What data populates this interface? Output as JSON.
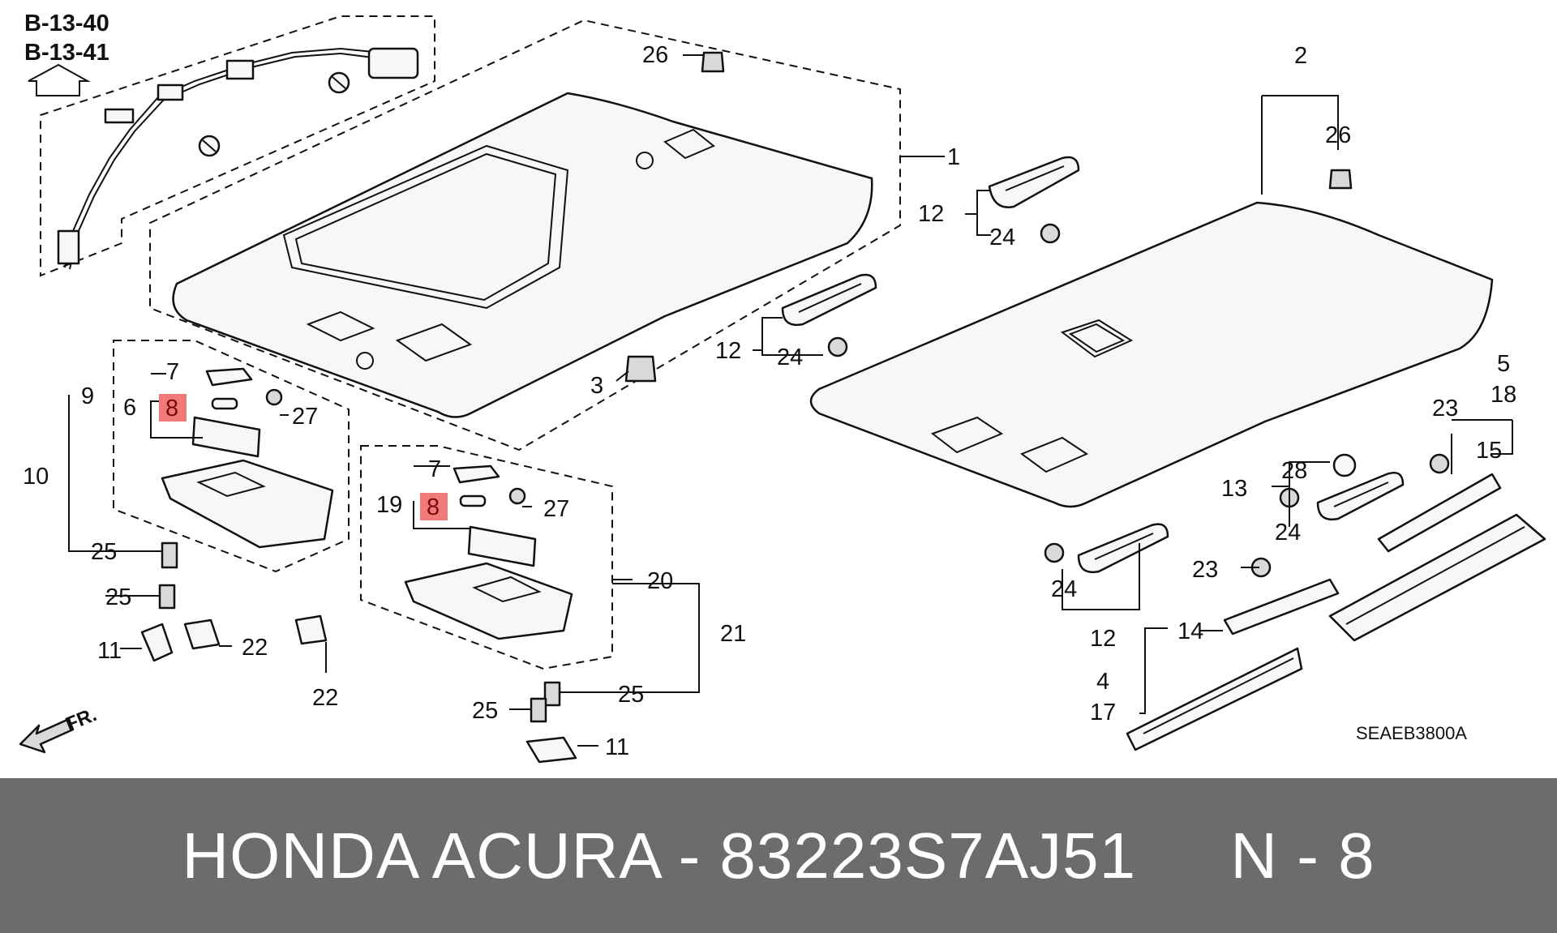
{
  "diagram": {
    "reference_codes": [
      "B-13-40",
      "B-13-41"
    ],
    "diagram_code": "SEAEB3800A",
    "front_label": "FR.",
    "callouts": [
      {
        "id": "c-26a",
        "text": "26"
      },
      {
        "id": "c-1",
        "text": "1"
      },
      {
        "id": "c-3",
        "text": "3"
      },
      {
        "id": "c-12a",
        "text": "12"
      },
      {
        "id": "c-24a",
        "text": "24"
      },
      {
        "id": "c-12b",
        "text": "12"
      },
      {
        "id": "c-24b",
        "text": "24"
      },
      {
        "id": "c-2",
        "text": "2"
      },
      {
        "id": "c-26b",
        "text": "26"
      },
      {
        "id": "c-9",
        "text": "9"
      },
      {
        "id": "c-7a",
        "text": "7"
      },
      {
        "id": "c-6",
        "text": "6"
      },
      {
        "id": "c-8a",
        "text": "8"
      },
      {
        "id": "c-27a",
        "text": "27"
      },
      {
        "id": "c-10",
        "text": "10"
      },
      {
        "id": "c-25a",
        "text": "25"
      },
      {
        "id": "c-25b",
        "text": "25"
      },
      {
        "id": "c-11a",
        "text": "11"
      },
      {
        "id": "c-22a",
        "text": "22"
      },
      {
        "id": "c-22b",
        "text": "22"
      },
      {
        "id": "c-7b",
        "text": "7"
      },
      {
        "id": "c-19",
        "text": "19"
      },
      {
        "id": "c-8b",
        "text": "8"
      },
      {
        "id": "c-27b",
        "text": "27"
      },
      {
        "id": "c-20",
        "text": "20"
      },
      {
        "id": "c-21",
        "text": "21"
      },
      {
        "id": "c-25c",
        "text": "25"
      },
      {
        "id": "c-25d",
        "text": "25"
      },
      {
        "id": "c-11b",
        "text": "11"
      },
      {
        "id": "c-5",
        "text": "5"
      },
      {
        "id": "c-18",
        "text": "18"
      },
      {
        "id": "c-23a",
        "text": "23"
      },
      {
        "id": "c-15",
        "text": "15"
      },
      {
        "id": "c-28",
        "text": "28"
      },
      {
        "id": "c-13",
        "text": "13"
      },
      {
        "id": "c-24c",
        "text": "24"
      },
      {
        "id": "c-23b",
        "text": "23"
      },
      {
        "id": "c-24d",
        "text": "24"
      },
      {
        "id": "c-12c",
        "text": "12"
      },
      {
        "id": "c-14",
        "text": "14"
      },
      {
        "id": "c-4",
        "text": "4"
      },
      {
        "id": "c-17",
        "text": "17"
      }
    ]
  },
  "banner": {
    "text": "HONDA ACURA - 83223S7AJ51     N - 8"
  }
}
